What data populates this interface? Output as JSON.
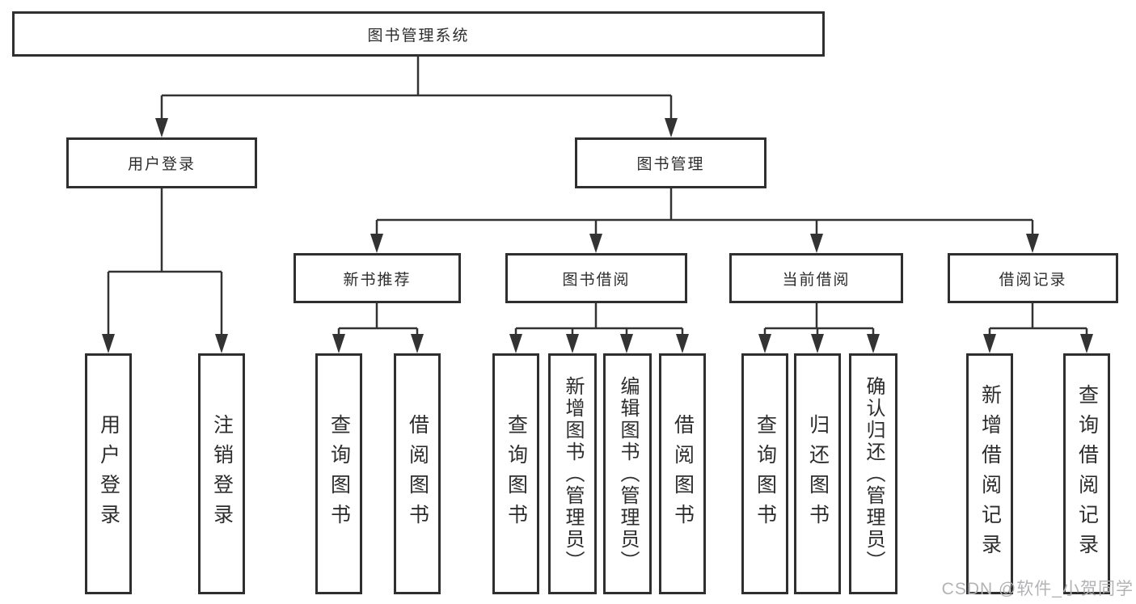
{
  "diagram": {
    "tree": {
      "label": "图书管理系统",
      "children": [
        {
          "label": "用户登录",
          "children": [
            {
              "label": "用户登录"
            },
            {
              "label": "注销登录"
            }
          ]
        },
        {
          "label": "图书管理",
          "children": [
            {
              "label": "新书推荐",
              "children": [
                {
                  "label": "查询图书"
                },
                {
                  "label": "借阅图书"
                }
              ]
            },
            {
              "label": "图书借阅",
              "children": [
                {
                  "label": "查询图书"
                },
                {
                  "label": "新增图书（管理员）"
                },
                {
                  "label": "编辑图书（管理员）"
                },
                {
                  "label": "借阅图书"
                }
              ]
            },
            {
              "label": "当前借阅",
              "children": [
                {
                  "label": "查询图书"
                },
                {
                  "label": "归还图书"
                },
                {
                  "label": "确认归还（管理员）"
                }
              ]
            },
            {
              "label": "借阅记录",
              "children": [
                {
                  "label": "新增借阅记录"
                },
                {
                  "label": "查询借阅记录"
                }
              ]
            }
          ]
        }
      ]
    },
    "colors": {
      "line": "#333333",
      "box_border": "#2f2f2f",
      "text": "#2d2d2d",
      "watermark": "#b3b3b6"
    }
  },
  "watermark": "CSDN @软件_小贺同学"
}
